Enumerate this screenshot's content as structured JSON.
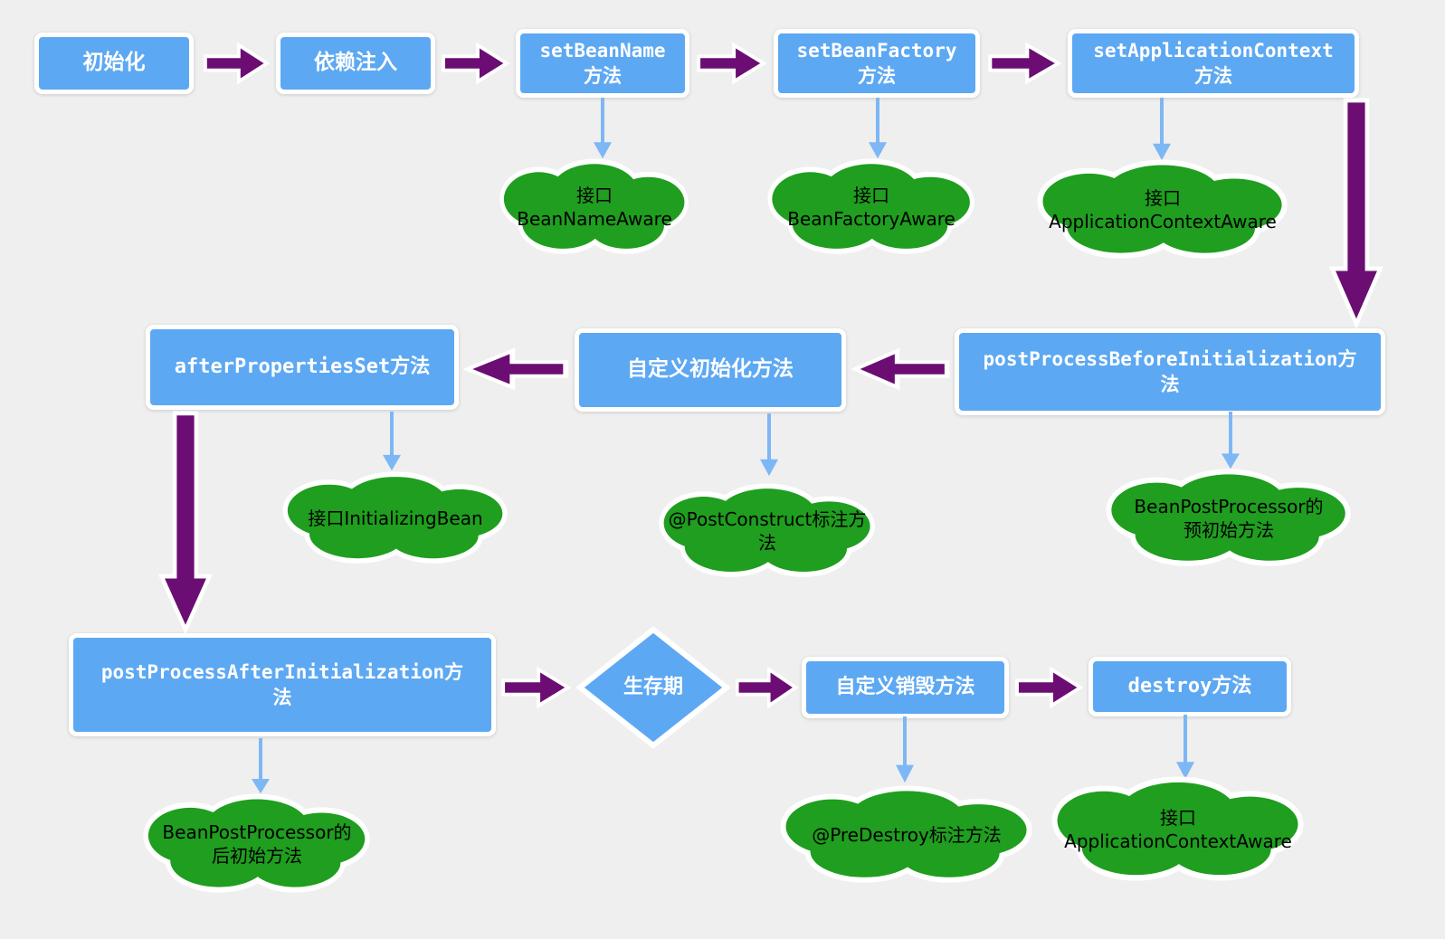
{
  "colors": {
    "background": "#efefef",
    "node_fill": "#5da8f2",
    "node_border": "#ffffff",
    "node_text": "#ffffff",
    "cloud_fill": "#1f9e1f",
    "cloud_text": "#000000",
    "flow_arrow": "#6b0d72",
    "link_arrow": "#7db7f5"
  },
  "nodes": {
    "init": "初始化",
    "dependency_injection": "依赖注入",
    "set_bean_name": "setBeanName\n方法",
    "set_bean_factory": "setBeanFactory\n方法",
    "set_application_context": "setApplicationContext\n方法",
    "post_process_before_initialization": "postProcessBeforeInitialization方\n法",
    "custom_init": "自定义初始化方法",
    "after_properties_set": "afterPropertiesSet方法",
    "post_process_after_initialization": "postProcessAfterInitialization方\n法",
    "lifetime": "生存期",
    "custom_destroy": "自定义销毁方法",
    "destroy": "destroy方法"
  },
  "clouds": {
    "bean_name_aware": "接口\nBeanNameAware",
    "bean_factory_aware": "接口\nBeanFactoryAware",
    "application_context_aware": "接口\nApplicationContextAware",
    "initializing_bean": "接口InitializingBean",
    "post_construct": "@PostConstruct标注方\n法",
    "bean_post_processor_pre": "BeanPostProcessor的\n预初始方法",
    "bean_post_processor_post": "BeanPostProcessor的\n后初始方法",
    "pre_destroy": "@PreDestroy标注方法",
    "application_context_aware_destroy": "接口\nApplicationContextAware"
  }
}
